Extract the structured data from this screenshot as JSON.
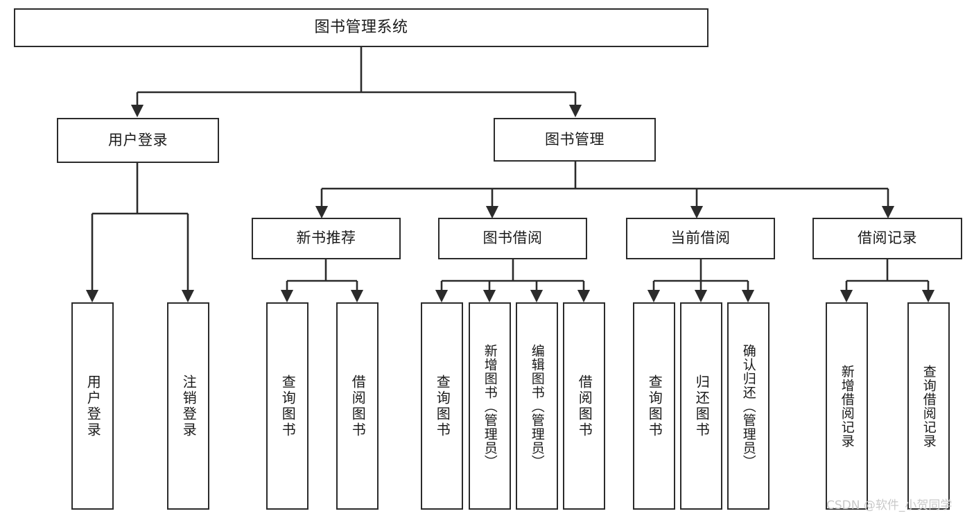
{
  "diagram": {
    "type": "tree-hierarchy",
    "root": {
      "id": "root",
      "label": "图书管理系统"
    },
    "level2": [
      {
        "id": "user-login",
        "label": "用户登录"
      },
      {
        "id": "book-mgmt",
        "label": "图书管理"
      }
    ],
    "level3": [
      {
        "id": "new-book-rec",
        "label": "新书推荐",
        "parent": "book-mgmt"
      },
      {
        "id": "book-borrow",
        "label": "图书借阅",
        "parent": "book-mgmt"
      },
      {
        "id": "current-borrow",
        "label": "当前借阅",
        "parent": "book-mgmt"
      },
      {
        "id": "borrow-record",
        "label": "借阅记录",
        "parent": "book-mgmt"
      }
    ],
    "leaves": [
      {
        "id": "leaf-user-login",
        "label": "用户登录",
        "parent": "user-login"
      },
      {
        "id": "leaf-user-logout",
        "label": "注销登录",
        "parent": "user-login"
      },
      {
        "id": "leaf-rec-query",
        "label": "查询图书",
        "parent": "new-book-rec"
      },
      {
        "id": "leaf-rec-borrow",
        "label": "借阅图书",
        "parent": "new-book-rec"
      },
      {
        "id": "leaf-borrow-query",
        "label": "查询图书",
        "parent": "book-borrow"
      },
      {
        "id": "leaf-borrow-add",
        "label": "新增图书（管理员）",
        "parent": "book-borrow"
      },
      {
        "id": "leaf-borrow-edit",
        "label": "编辑图书（管理员）",
        "parent": "book-borrow"
      },
      {
        "id": "leaf-borrow-lend",
        "label": "借阅图书",
        "parent": "book-borrow"
      },
      {
        "id": "leaf-cur-query",
        "label": "查询图书",
        "parent": "current-borrow"
      },
      {
        "id": "leaf-cur-return",
        "label": "归还图书",
        "parent": "current-borrow"
      },
      {
        "id": "leaf-cur-confirm",
        "label": "确认归还（管理员）",
        "parent": "current-borrow"
      },
      {
        "id": "leaf-rec-add",
        "label": "新增借阅记录",
        "parent": "borrow-record"
      },
      {
        "id": "leaf-rec-search",
        "label": "查询借阅记录",
        "parent": "borrow-record"
      }
    ]
  },
  "watermark": {
    "text": "CSDN @软件_小贺同学"
  },
  "colors": {
    "background": "#ffffff",
    "stroke": "#2b2b2b",
    "text": "#1a1a1a",
    "watermark": "#c9c9c9"
  }
}
